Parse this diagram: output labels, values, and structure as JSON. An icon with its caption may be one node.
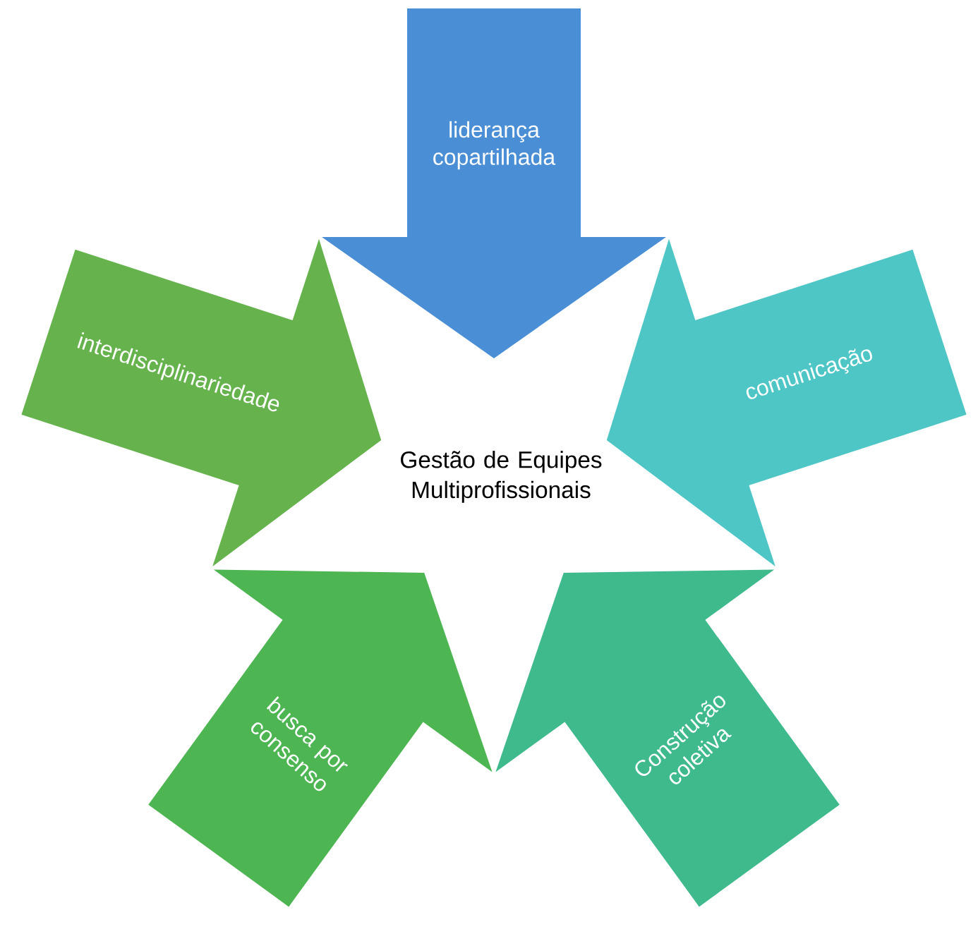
{
  "diagram": {
    "nodes": [
      {
        "text": [
          "Gestão de Equipes Multiprofissionais"
        ]
      },
      {
        "text": [
          "liderança copartilhada"
        ]
      },
      {
        "text": [
          "comunicação"
        ]
      },
      {
        "text": [
          "Construção coletiva"
        ]
      },
      {
        "text": [
          "busca por consenso"
        ]
      },
      {
        "text": [
          "interdisciplinariedade"
        ]
      }
    ]
  }
}
